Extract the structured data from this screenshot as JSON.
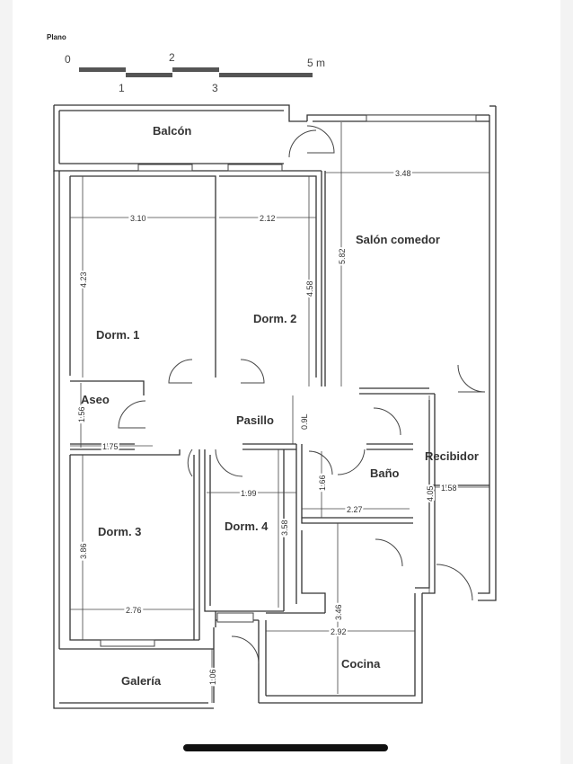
{
  "plan": {
    "title": "Plano",
    "scale_labels": [
      "0",
      "1",
      "2",
      "3",
      "5 m"
    ]
  },
  "rooms": {
    "balcon": "Balcón",
    "salon": "Salón comedor",
    "dorm1": "Dorm. 1",
    "dorm2": "Dorm. 2",
    "aseo": "Aseo",
    "pasillo": "Pasillo",
    "recibidor": "Recibidor",
    "bano": "Baño",
    "dorm3": "Dorm. 3",
    "dorm4": "Dorm. 4",
    "cocina": "Cocina",
    "galeria": "Galería"
  },
  "dimensions": {
    "salon_w": "3.48",
    "salon_h": "5.82",
    "dorm1_w": "3.10",
    "dorm1_h": "4.23",
    "dorm2_w": "2.12",
    "dorm2_h": "4.58",
    "aseo_h": "1.56",
    "aseo_w": "1.75",
    "pasillo_h": "0.9L",
    "bano_h": "1.66",
    "bano_w": "2.27",
    "recibidor_h": "4.05",
    "recibidor_w": "1.58",
    "dorm4_w": "1.99",
    "dorm4_h": "3.58",
    "dorm3_h": "3.86",
    "dorm3_w": "2.76",
    "cocina_h": "3.46",
    "cocina_w": "2.92",
    "galeria_h": "1.06"
  }
}
